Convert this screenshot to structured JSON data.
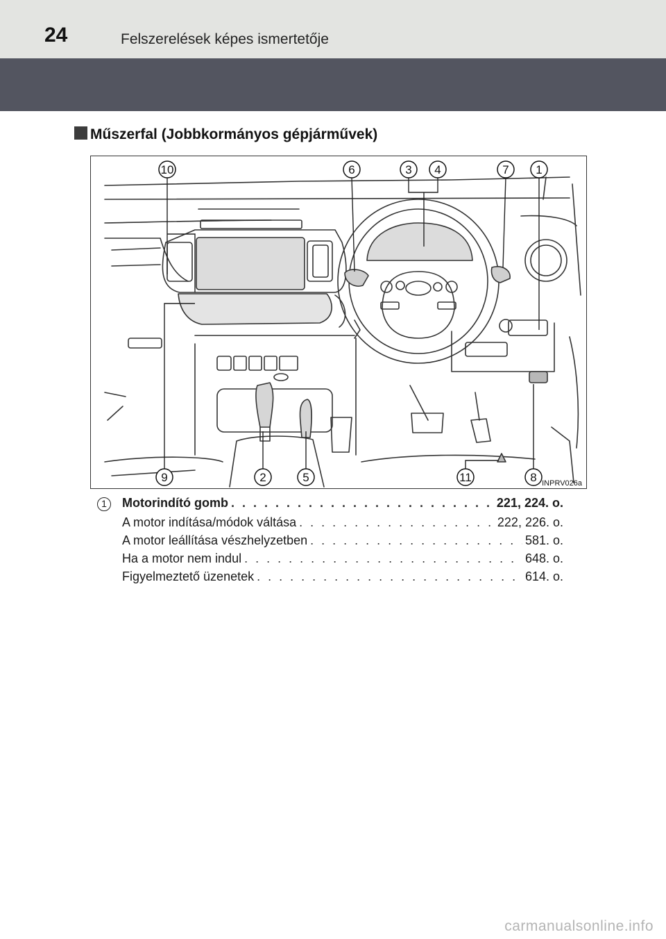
{
  "header": {
    "page_number": "24",
    "section_title": "Felszerelések képes ismertetője"
  },
  "heading": "Műszerfal (Jobbkormányos gépjárművek)",
  "figure": {
    "code": "INPRV026a",
    "callouts": [
      "10",
      "6",
      "3",
      "4",
      "7",
      "1",
      "9",
      "2",
      "5",
      "11",
      "8"
    ]
  },
  "entry": {
    "number": "1",
    "title": "Motorindító gomb",
    "title_pages": "221, 224. o.",
    "items": [
      {
        "label": "A motor indítása/módok váltása",
        "pages": "222, 226. o."
      },
      {
        "label": "A motor leállítása vészhelyzetben",
        "pages": "581. o."
      },
      {
        "label": "Ha a motor nem indul",
        "pages": "648. o."
      },
      {
        "label": "Figyelmeztető üzenetek",
        "pages": "614. o."
      }
    ]
  },
  "watermark": "carmanualsonline.info"
}
